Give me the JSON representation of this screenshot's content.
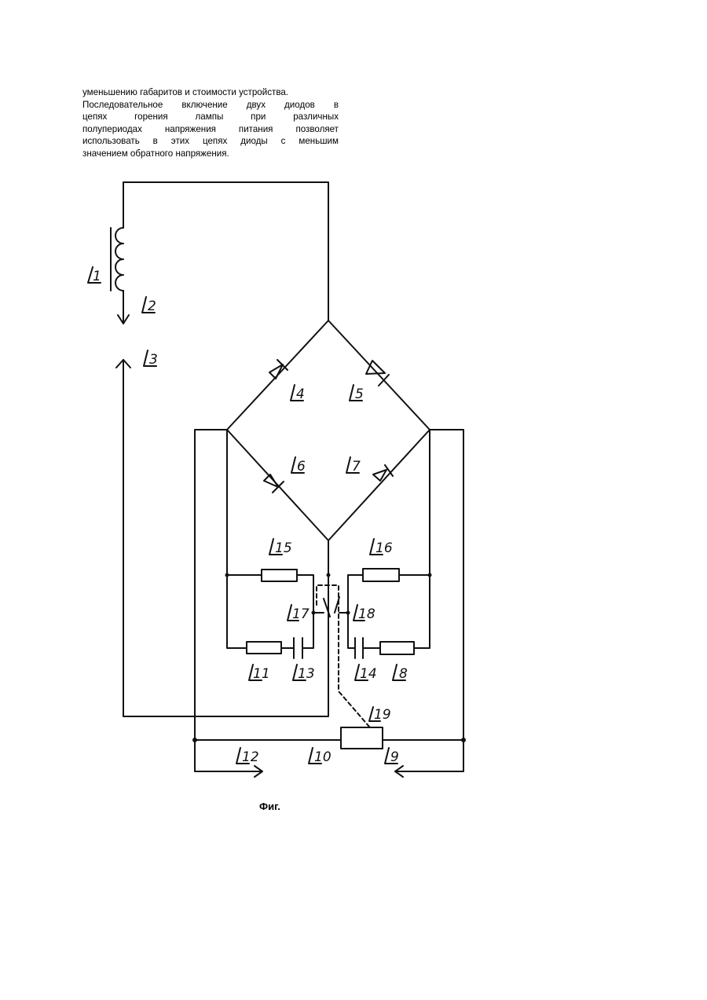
{
  "text": {
    "lines": [
      "уменьшению габаритов и стоимости устройства.",
      "Последовательное включение двух диодов в",
      "цепях горения лампы при различных",
      "полупериодах напряжения питания позволяет",
      "использовать в этих цепях диоды с меньшим",
      "значением обратного напряжения."
    ]
  },
  "figure": {
    "labels": {
      "l1": "1",
      "l2": "2",
      "l3": "3",
      "l4": "4",
      "l5": "5",
      "l6": "6",
      "l7": "7",
      "l8": "8",
      "l9": "9",
      "l10": "10",
      "l11": "11",
      "l12": "12",
      "l13": "13",
      "l14": "14",
      "l15": "15",
      "l16": "16",
      "l17": "17",
      "l18": "18",
      "l19": "19"
    },
    "caption": "Фиг."
  }
}
